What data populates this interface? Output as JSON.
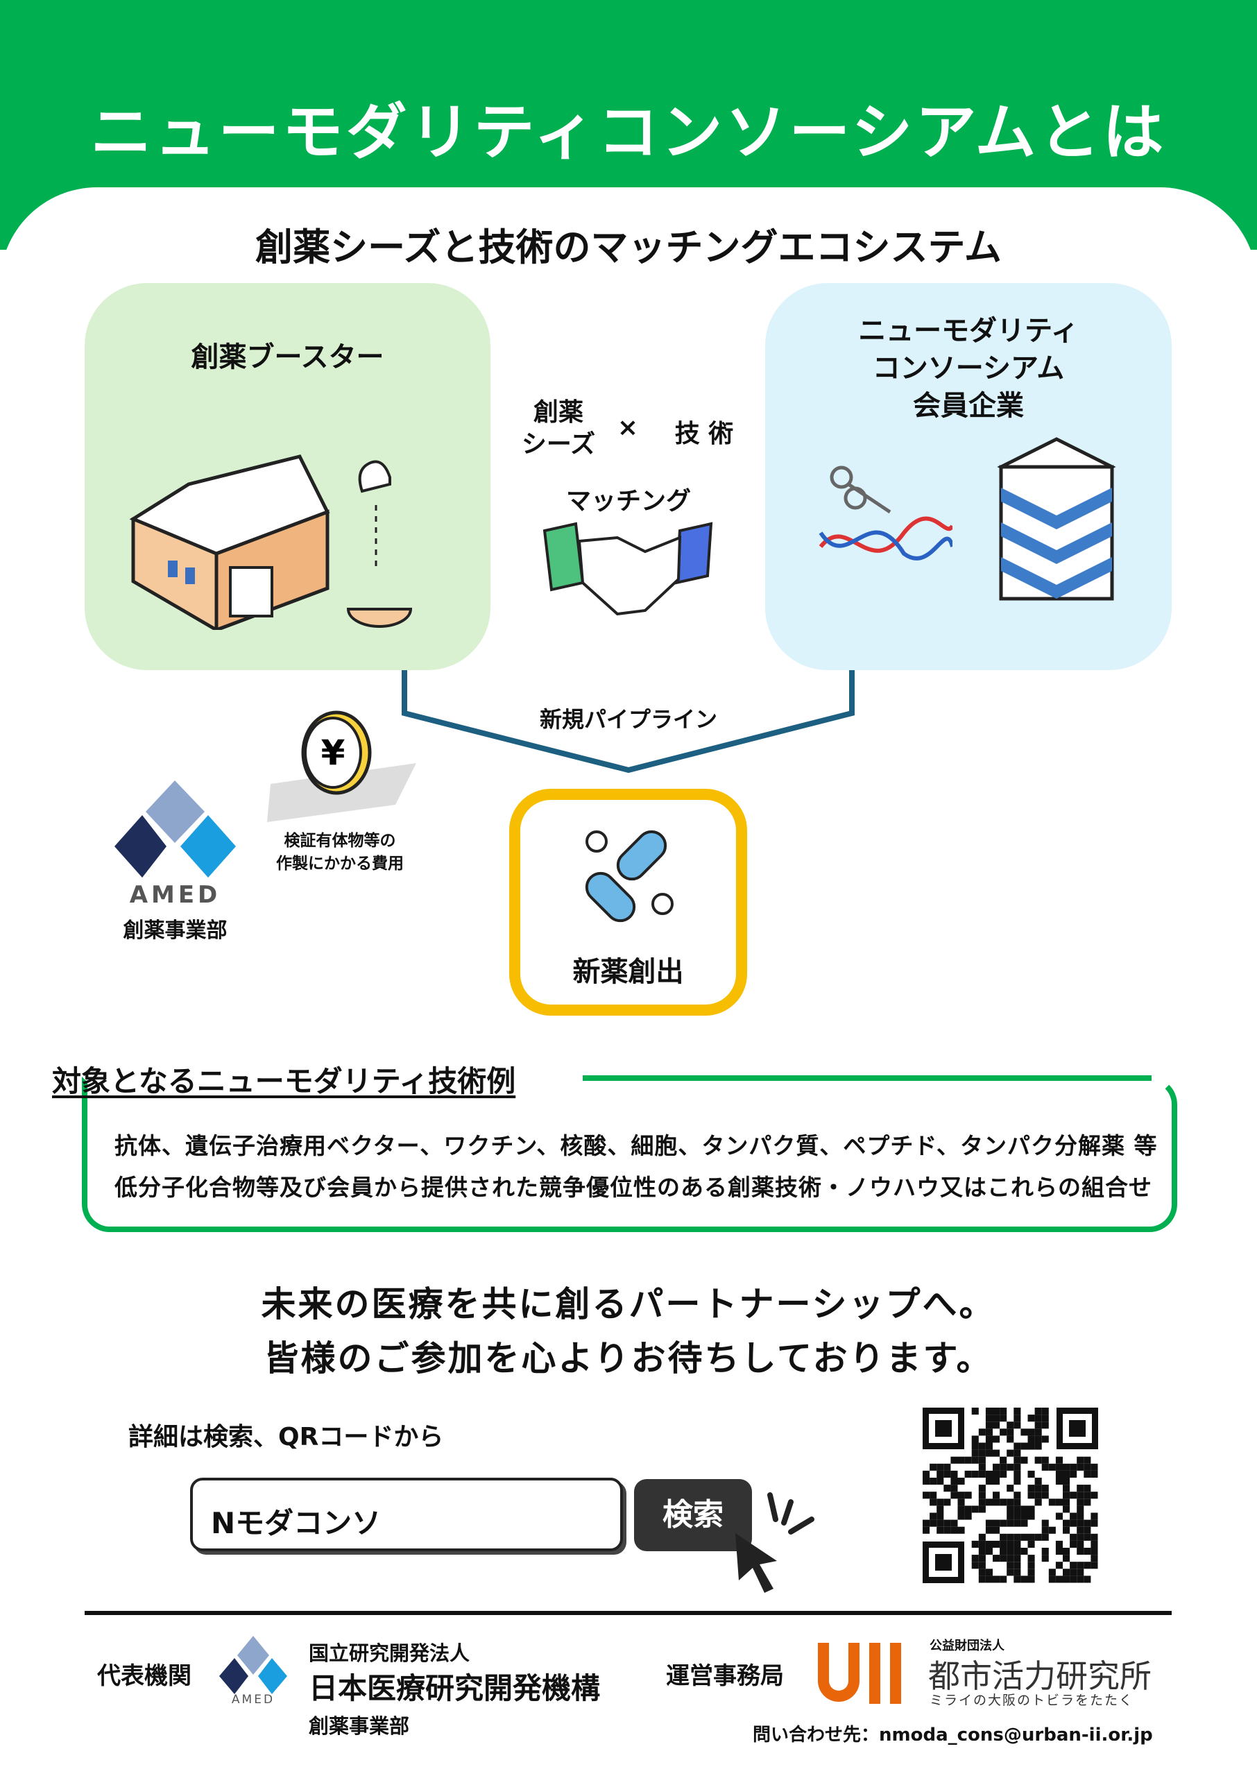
{
  "header": {
    "title": "ニューモダリティコンソーシアムとは"
  },
  "subtitle": "創薬シーズと技術のマッチングエコシステム",
  "left_box": {
    "title": "創薬ブースター"
  },
  "right_box": {
    "title_lines": [
      "ニューモダリティ",
      "コンソーシアム",
      "会員企業"
    ]
  },
  "center": {
    "seeds_lines": [
      "創薬",
      "シーズ"
    ],
    "times": "×",
    "tech": "技 術",
    "matching": "マッチング"
  },
  "pipeline_label": "新規パイプライン",
  "outcome": "新薬創出",
  "amed": {
    "logo_text": "AMED",
    "dept": "創薬事業部"
  },
  "funding": {
    "lines": [
      "検証有体物等の",
      "作製にかかる費用"
    ]
  },
  "tech_examples": {
    "heading": "対象となるニューモダリティ技術例",
    "lines": [
      "抗体、遺伝子治療用ベクター、ワクチン、核酸、細胞、タンパク質、ペプチド、タンパク分解薬 等",
      "低分子化合物等及び会員から提供された競争優位性のある創薬技術・ノウハウ又はこれらの組合せ"
    ]
  },
  "message": [
    "未来の医療を共に創るパートナーシップへ。",
    "皆様のご参加を心よりお待ちしております。"
  ],
  "search": {
    "prompt": "詳細は検索、QRコードから",
    "value": "Nモダコンソ",
    "button": "検索"
  },
  "footer": {
    "rep_label": "代表機関",
    "amed_small": "AMED",
    "org_type": "国立研究開発法人",
    "org_name": "日本医療研究開発機構",
    "org_dept": "創薬事業部",
    "office_label": "運営事務局",
    "office_type": "公益財団法人",
    "office_name": "都市活力研究所",
    "office_tagline": "ミライの大阪のトビラをたたく",
    "contact": "問い合わせ先：nmoda_cons@urban-ii.or.jp"
  },
  "colors": {
    "green": "#00b050",
    "yellow": "#f7bd00",
    "navy": "#1d5f80",
    "orange": "#e8650a"
  }
}
